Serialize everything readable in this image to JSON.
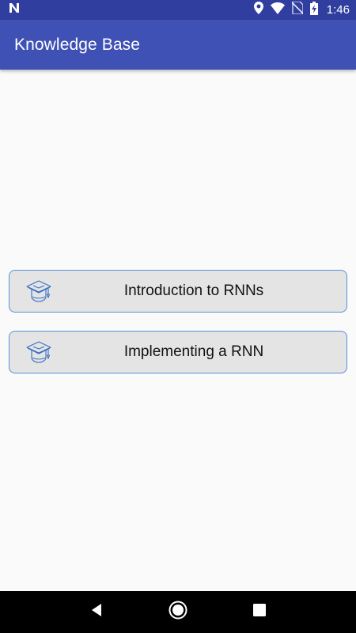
{
  "status_bar": {
    "time": "1:46",
    "icons": [
      "n-notification-icon",
      "location-icon",
      "wifi-icon",
      "no-sim-icon",
      "battery-charging-icon"
    ]
  },
  "app_bar": {
    "title": "Knowledge Base"
  },
  "topics": [
    {
      "label": "Introduction to RNNs",
      "icon": "graduation-cap-icon"
    },
    {
      "label": "Implementing a RNN",
      "icon": "graduation-cap-icon"
    }
  ],
  "nav_bar": {
    "icons": [
      "back-icon",
      "home-icon",
      "recents-icon"
    ]
  },
  "colors": {
    "status_bar": "#303f9f",
    "app_bar": "#3f51b5",
    "button_bg": "#e4e4e4",
    "button_border": "#5b8fd8",
    "icon_stroke": "#3a6fc4"
  }
}
